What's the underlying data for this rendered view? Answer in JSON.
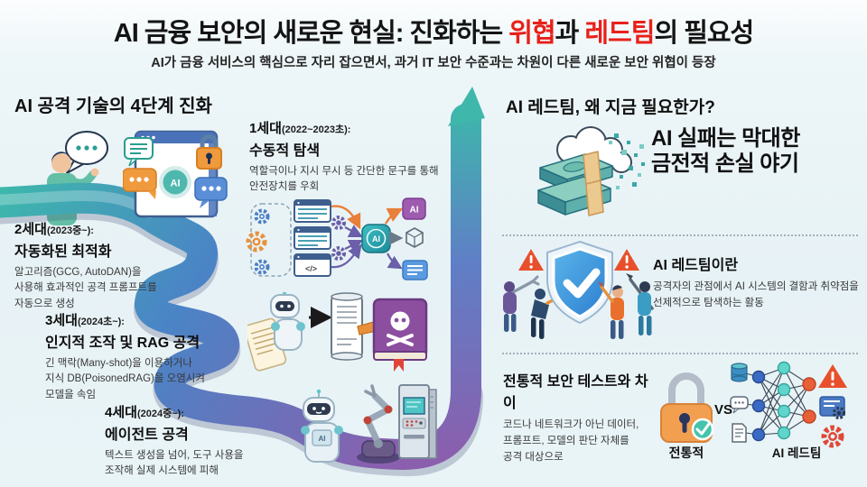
{
  "header": {
    "title_segments": {
      "s1": "AI 금융 보안의 새로운 현실: 진화하는 ",
      "threat": "위협",
      "s2": "과 ",
      "redteam": "레드팀",
      "s3": "의 필요성"
    },
    "subtitle": "AI가 금융 서비스의 핵심으로 자리 잡으면서, 과거 IT 보안 수준과는 차원이 다른 새로운 보안 위협이 등장"
  },
  "left_section": {
    "heading": "AI 공격 기술의 4단계 진화",
    "generations": [
      {
        "name": "1세대",
        "period": "(2022~2023초):",
        "title": "수동적 탐색",
        "body": "역할극이나 지시 무시 등 간단한 문구를 통해\n안전장치를 우회"
      },
      {
        "name": "2세대",
        "period": "(2023중~):",
        "title": "자동화된 최적화",
        "body": "알고리즘(GCG, AutoDAN)을\n사용해 효과적인 공격 프롬프트를\n자동으로 생성"
      },
      {
        "name": "3세대",
        "period": "(2024초~):",
        "title": "인지적 조작 및 RAG 공격",
        "body": "긴 맥락(Many-shot)을 이용하거나\n지식 DB(PoisonedRAG)을 오염시켜\n모델을 속임"
      },
      {
        "name": "4세대",
        "period": "(2024중~):",
        "title": "에이전트 공격",
        "body": "텍스트 생성을 넘어, 도구 사용을\n조작해 실제 시스템에 피해"
      }
    ]
  },
  "right_section": {
    "heading": "AI 레드팀, 왜 지금 필요한가?",
    "impact_statement": "AI 실패는 막대한\n금전적 손실 야기",
    "definition": {
      "title": "AI 레드팀이란",
      "body": "공격자의 관점에서 AI 시스템의 결함과 취약점을\n선제적으로 탐색하는 활동"
    },
    "difference": {
      "title": "전통적 보안 테스트와 차이",
      "body": "코드나 네트워크가 아닌 데이터,\n프롬프트, 모델의 판단 자체를\n공격 대상으로",
      "traditional_label": "전통적",
      "vs_label": "VS",
      "redteam_label": "AI 레드팀"
    }
  },
  "diagram_labels": {
    "ai_window": "AI",
    "ai_node": "AI",
    "ai_badge": "AI",
    "code_window": "</>",
    "robot_chest": "AI"
  },
  "colors": {
    "accent_red": "#e8201a",
    "road_teal": "#3db8ab",
    "road_blue": "#4a84c6",
    "road_purple": "#8a5fae",
    "background": "#e9f3f6"
  }
}
